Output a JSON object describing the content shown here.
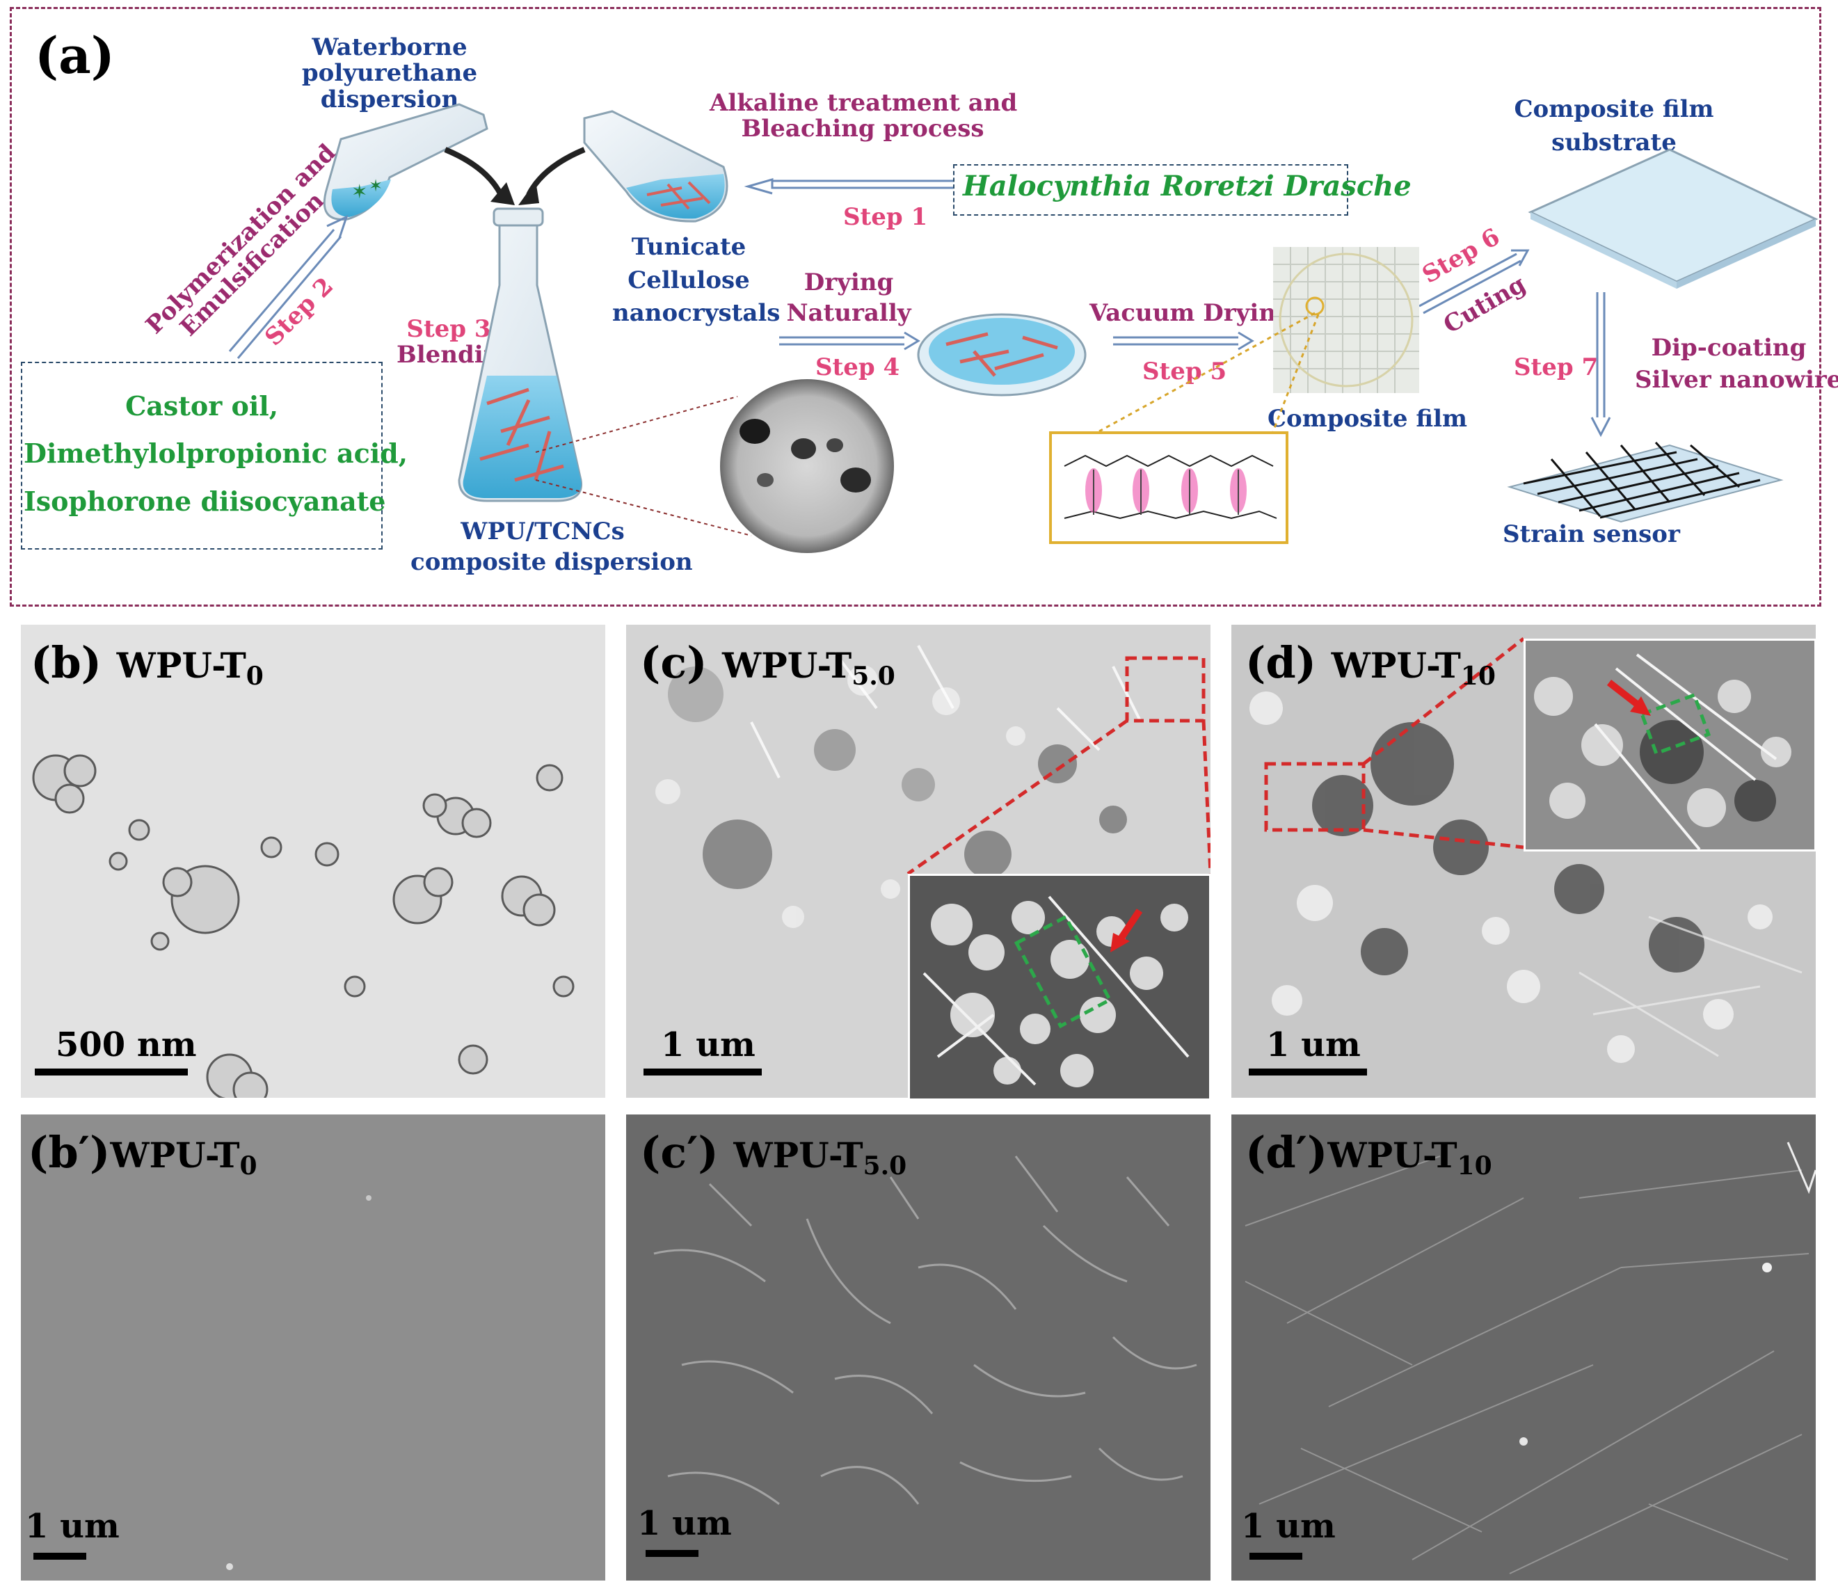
{
  "panel_a": {
    "label": "(a)",
    "wpu_dispersion": [
      "Waterborne",
      "polyurethane",
      "dispersion"
    ],
    "alkaline": [
      "Alkaline treatment and",
      "Bleaching process"
    ],
    "halocynthia": "Halocynthia Roretzi Drasche",
    "step1": "Step 1",
    "polymerization": [
      "Polymerization and",
      "Emulsification"
    ],
    "step2": "Step 2",
    "step3": "Step 3",
    "blending": "Blending",
    "tcnc": [
      "Tunicate",
      "Cellulose",
      "nanocrystals"
    ],
    "drying_naturally": [
      "Drying",
      "Naturally"
    ],
    "step4": "Step 4",
    "vacuum_drying": "Vacuum Drying",
    "step5": "Step 5",
    "composite_film": "Composite film",
    "step6": "Step 6",
    "cuting": "Cuting",
    "substrate": [
      "Composite film",
      "substrate"
    ],
    "step7": "Step 7",
    "dipcoating": [
      "Dip-coating",
      "Silver nanowires"
    ],
    "strain_sensor": "Strain sensor",
    "raw_materials": [
      "Castor oil,",
      "Dimethylolpropionic acid,",
      "Isophorone diisocyanate"
    ],
    "wpu_tcnc": [
      "WPU/TCNCs",
      "composite dispersion"
    ]
  },
  "panels": [
    {
      "id": "b",
      "prefix": "(b)",
      "name": "WPU-T",
      "sub": "0",
      "scale": "500 nm"
    },
    {
      "id": "c",
      "prefix": "(c)",
      "name": "WPU-T",
      "sub": "5.0",
      "scale": "1 um"
    },
    {
      "id": "d",
      "prefix": "(d)",
      "name": "WPU-T",
      "sub": "10",
      "scale": "1 um"
    },
    {
      "id": "b2",
      "prefix": "(b′)",
      "name": "WPU-T",
      "sub": "0",
      "scale": "1 um"
    },
    {
      "id": "c2",
      "prefix": "(c′)",
      "name": "WPU-T",
      "sub": "5.0",
      "scale": "1 um"
    },
    {
      "id": "d2",
      "prefix": "(d′)",
      "name": "WPU-T",
      "sub": "10",
      "scale": "1 um"
    }
  ],
  "colors": {
    "frame": "#8a2d5a",
    "blue_text": "#1b3f8f",
    "magenta_text": "#9b2a6e",
    "step_text": "#e0457a",
    "green_text": "#1f9a3a",
    "highlight_box": "#d42a2a",
    "inset_box": "#2ca84a"
  }
}
